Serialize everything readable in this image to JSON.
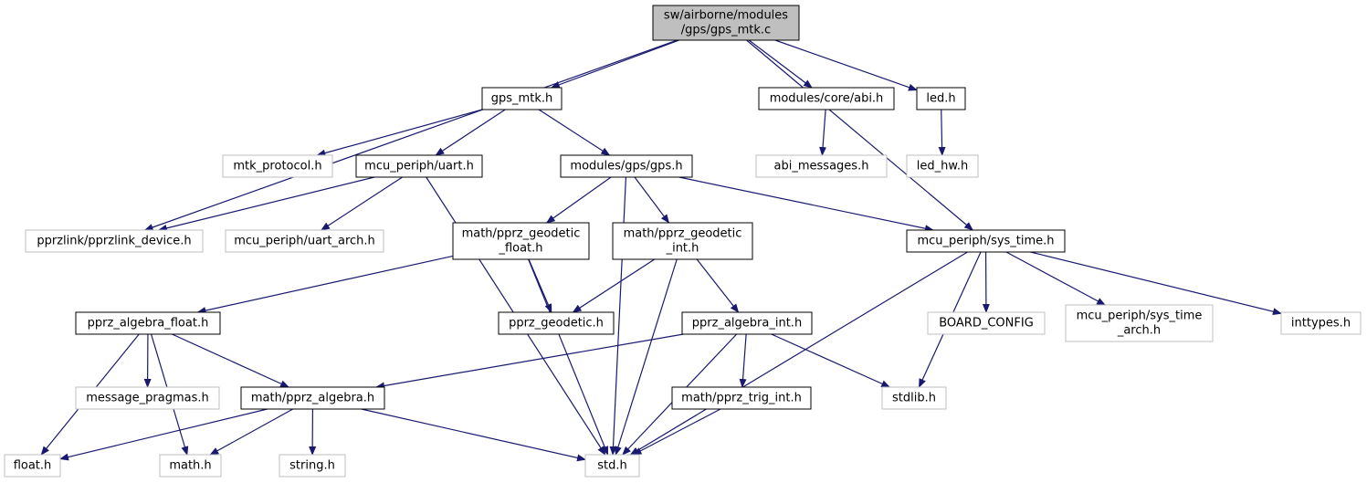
{
  "colors": {
    "edge": "#191970",
    "box_stroke_main": "#000000",
    "box_stroke_sys": "#bfbfbf",
    "root_fill": "#bfbfbf",
    "text": "#000000"
  },
  "nodes": [
    {
      "id": "root",
      "lines": [
        "sw/airborne/modules",
        "/gps/gps_mtk.c"
      ],
      "kind": "root"
    },
    {
      "id": "gps_mtk_h",
      "lines": [
        "gps_mtk.h"
      ],
      "kind": "main"
    },
    {
      "id": "abi_h",
      "lines": [
        "modules/core/abi.h"
      ],
      "kind": "main"
    },
    {
      "id": "led_h",
      "lines": [
        "led.h"
      ],
      "kind": "main"
    },
    {
      "id": "mtk_protocol_h",
      "lines": [
        "mtk_protocol.h"
      ],
      "kind": "sys"
    },
    {
      "id": "uart_h",
      "lines": [
        "mcu_periph/uart.h"
      ],
      "kind": "main"
    },
    {
      "id": "gps_h",
      "lines": [
        "modules/gps/gps.h"
      ],
      "kind": "main"
    },
    {
      "id": "abi_messages_h",
      "lines": [
        "abi_messages.h"
      ],
      "kind": "sys"
    },
    {
      "id": "led_hw_h",
      "lines": [
        "led_hw.h"
      ],
      "kind": "sys"
    },
    {
      "id": "pprzlink_device_h",
      "lines": [
        "pprzlink/pprzlink_device.h"
      ],
      "kind": "sys"
    },
    {
      "id": "uart_arch_h",
      "lines": [
        "mcu_periph/uart_arch.h"
      ],
      "kind": "sys"
    },
    {
      "id": "geo_float_h",
      "lines": [
        "math/pprz_geodetic",
        "_float.h"
      ],
      "kind": "main"
    },
    {
      "id": "geo_int_h",
      "lines": [
        "math/pprz_geodetic",
        "_int.h"
      ],
      "kind": "main"
    },
    {
      "id": "sys_time_h",
      "lines": [
        "mcu_periph/sys_time.h"
      ],
      "kind": "main"
    },
    {
      "id": "alg_float_h",
      "lines": [
        "pprz_algebra_float.h"
      ],
      "kind": "main"
    },
    {
      "id": "pprz_geodetic_h",
      "lines": [
        "pprz_geodetic.h"
      ],
      "kind": "main"
    },
    {
      "id": "alg_int_h",
      "lines": [
        "pprz_algebra_int.h"
      ],
      "kind": "main"
    },
    {
      "id": "board_config",
      "lines": [
        "BOARD_CONFIG"
      ],
      "kind": "sys"
    },
    {
      "id": "sys_time_arch_h",
      "lines": [
        "mcu_periph/sys_time",
        "_arch.h"
      ],
      "kind": "sys"
    },
    {
      "id": "inttypes_h",
      "lines": [
        "inttypes.h"
      ],
      "kind": "sys"
    },
    {
      "id": "message_pragmas_h",
      "lines": [
        "message_pragmas.h"
      ],
      "kind": "sys"
    },
    {
      "id": "pprz_algebra_h",
      "lines": [
        "math/pprz_algebra.h"
      ],
      "kind": "main"
    },
    {
      "id": "trig_int_h",
      "lines": [
        "math/pprz_trig_int.h"
      ],
      "kind": "main"
    },
    {
      "id": "stdlib_h",
      "lines": [
        "stdlib.h"
      ],
      "kind": "sys"
    },
    {
      "id": "float_h",
      "lines": [
        "float.h"
      ],
      "kind": "sys"
    },
    {
      "id": "math_h",
      "lines": [
        "math.h"
      ],
      "kind": "sys"
    },
    {
      "id": "string_h",
      "lines": [
        "string.h"
      ],
      "kind": "sys"
    },
    {
      "id": "std_h",
      "lines": [
        "std.h"
      ],
      "kind": "sys"
    }
  ],
  "edges": [
    [
      "root",
      "gps_mtk_h"
    ],
    [
      "root",
      "pprzlink_device_h"
    ],
    [
      "root",
      "abi_h"
    ],
    [
      "root",
      "led_h"
    ],
    [
      "root",
      "sys_time_h"
    ],
    [
      "gps_mtk_h",
      "mtk_protocol_h"
    ],
    [
      "gps_mtk_h",
      "uart_h"
    ],
    [
      "gps_mtk_h",
      "gps_h"
    ],
    [
      "abi_h",
      "abi_messages_h"
    ],
    [
      "led_h",
      "led_hw_h"
    ],
    [
      "uart_h",
      "pprzlink_device_h"
    ],
    [
      "uart_h",
      "uart_arch_h"
    ],
    [
      "uart_h",
      "std_h"
    ],
    [
      "gps_h",
      "geo_float_h"
    ],
    [
      "gps_h",
      "geo_int_h"
    ],
    [
      "gps_h",
      "sys_time_h"
    ],
    [
      "gps_h",
      "std_h"
    ],
    [
      "geo_float_h",
      "alg_float_h"
    ],
    [
      "geo_float_h",
      "pprz_geodetic_h"
    ],
    [
      "geo_float_h",
      "std_h"
    ],
    [
      "geo_int_h",
      "pprz_geodetic_h"
    ],
    [
      "geo_int_h",
      "alg_int_h"
    ],
    [
      "geo_int_h",
      "std_h"
    ],
    [
      "sys_time_h",
      "stdlib_h"
    ],
    [
      "sys_time_h",
      "board_config"
    ],
    [
      "sys_time_h",
      "sys_time_arch_h"
    ],
    [
      "sys_time_h",
      "inttypes_h"
    ],
    [
      "sys_time_h",
      "std_h"
    ],
    [
      "alg_float_h",
      "float_h"
    ],
    [
      "alg_float_h",
      "math_h"
    ],
    [
      "alg_float_h",
      "message_pragmas_h"
    ],
    [
      "alg_float_h",
      "pprz_algebra_h"
    ],
    [
      "alg_int_h",
      "pprz_algebra_h"
    ],
    [
      "alg_int_h",
      "std_h"
    ],
    [
      "alg_int_h",
      "trig_int_h"
    ],
    [
      "alg_int_h",
      "stdlib_h"
    ],
    [
      "pprz_algebra_h",
      "float_h"
    ],
    [
      "pprz_algebra_h",
      "math_h"
    ],
    [
      "pprz_algebra_h",
      "string_h"
    ],
    [
      "pprz_algebra_h",
      "std_h"
    ],
    [
      "trig_int_h",
      "std_h"
    ]
  ]
}
